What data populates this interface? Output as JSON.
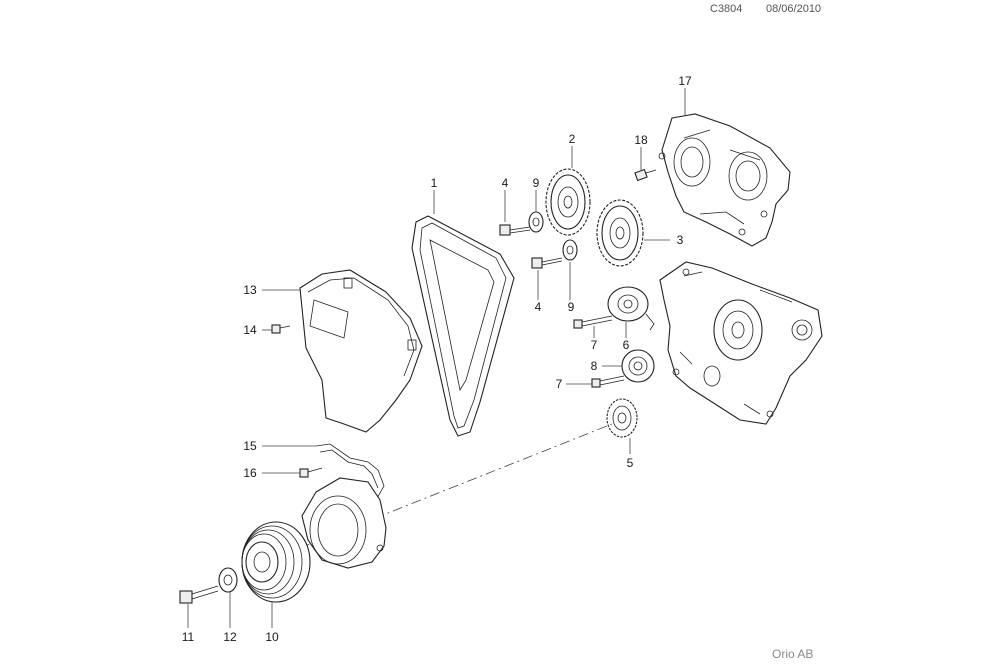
{
  "header": {
    "code": "C3804",
    "date": "08/06/2010"
  },
  "footer": {
    "brand": "Orio AB"
  },
  "callouts": [
    {
      "id": "c1",
      "label": "1"
    },
    {
      "id": "c2",
      "label": "2"
    },
    {
      "id": "c3",
      "label": "3"
    },
    {
      "id": "c4a",
      "label": "4"
    },
    {
      "id": "c4b",
      "label": "4"
    },
    {
      "id": "c5",
      "label": "5"
    },
    {
      "id": "c6",
      "label": "6"
    },
    {
      "id": "c7a",
      "label": "7"
    },
    {
      "id": "c7b",
      "label": "7"
    },
    {
      "id": "c8",
      "label": "8"
    },
    {
      "id": "c9a",
      "label": "9"
    },
    {
      "id": "c9b",
      "label": "9"
    },
    {
      "id": "c10",
      "label": "10"
    },
    {
      "id": "c11",
      "label": "11"
    },
    {
      "id": "c12",
      "label": "12"
    },
    {
      "id": "c13",
      "label": "13"
    },
    {
      "id": "c14",
      "label": "14"
    },
    {
      "id": "c15",
      "label": "15"
    },
    {
      "id": "c16",
      "label": "16"
    },
    {
      "id": "c17",
      "label": "17"
    },
    {
      "id": "c18",
      "label": "18"
    }
  ]
}
